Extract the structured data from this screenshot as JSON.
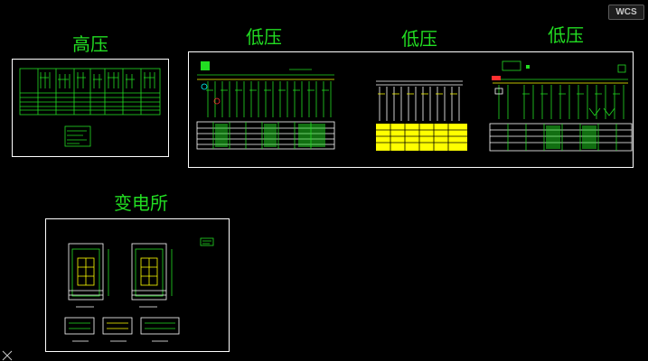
{
  "viewport": {
    "wcs_label": "WCS"
  },
  "drawings": {
    "high_voltage": {
      "title": "高压"
    },
    "low_voltage_1": {
      "title": "低压"
    },
    "low_voltage_2": {
      "title": "低压"
    },
    "low_voltage_3": {
      "title": "低压"
    },
    "substation": {
      "title": "变电所"
    }
  },
  "colors": {
    "background": "#000000",
    "line_green": "#22dd22",
    "line_yellow": "#ffff00",
    "frame_white": "#ffffff",
    "accent_red": "#ff3030",
    "accent_cyan": "#00ffff"
  }
}
